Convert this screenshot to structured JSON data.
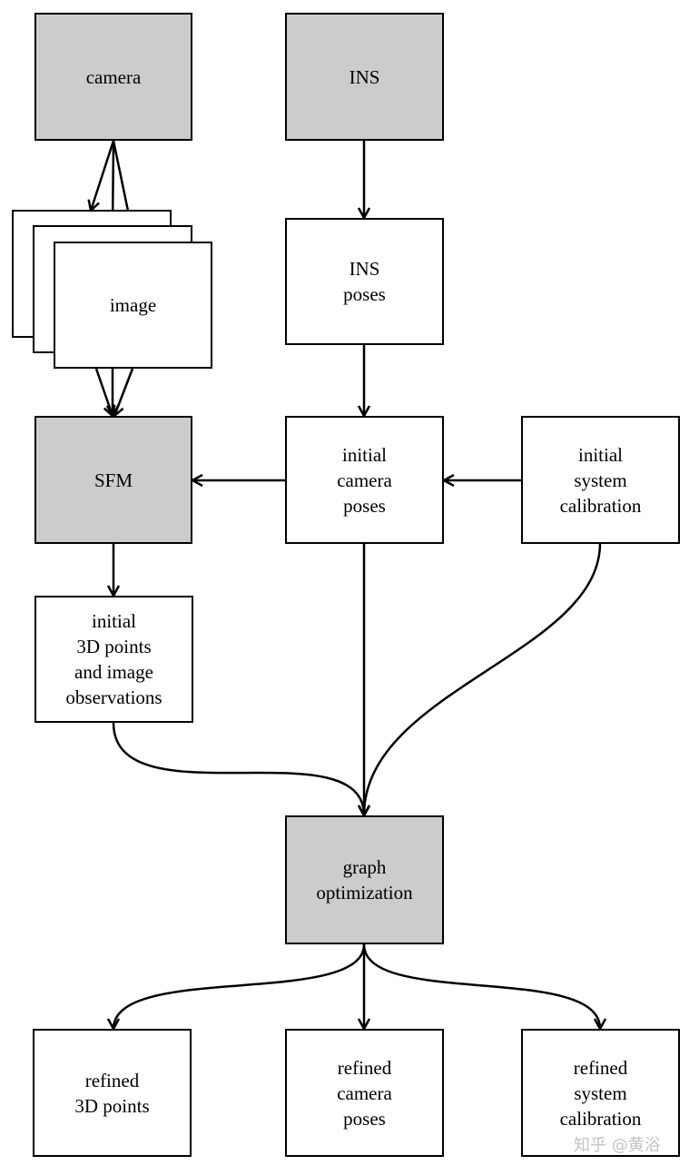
{
  "nodes": {
    "camera": "camera",
    "ins": "INS",
    "image": "image",
    "ins_poses": "INS\nposes",
    "sfm": "SFM",
    "initial_camera_poses": "initial\ncamera\nposes",
    "initial_system_calibration": "initial\nsystem\ncalibration",
    "initial_3d_points": "initial\n3D points\nand image\nobservations",
    "graph_optimization": "graph\noptimization",
    "refined_3d_points": "refined\n3D points",
    "refined_camera_poses": "refined\ncamera\nposes",
    "refined_system_calibration": "refined\nsystem\ncalibration"
  },
  "colors": {
    "highlight_fill": "#cccccc",
    "box_fill": "#ffffff",
    "stroke": "#000000"
  },
  "watermark": "知乎 @黄浴"
}
